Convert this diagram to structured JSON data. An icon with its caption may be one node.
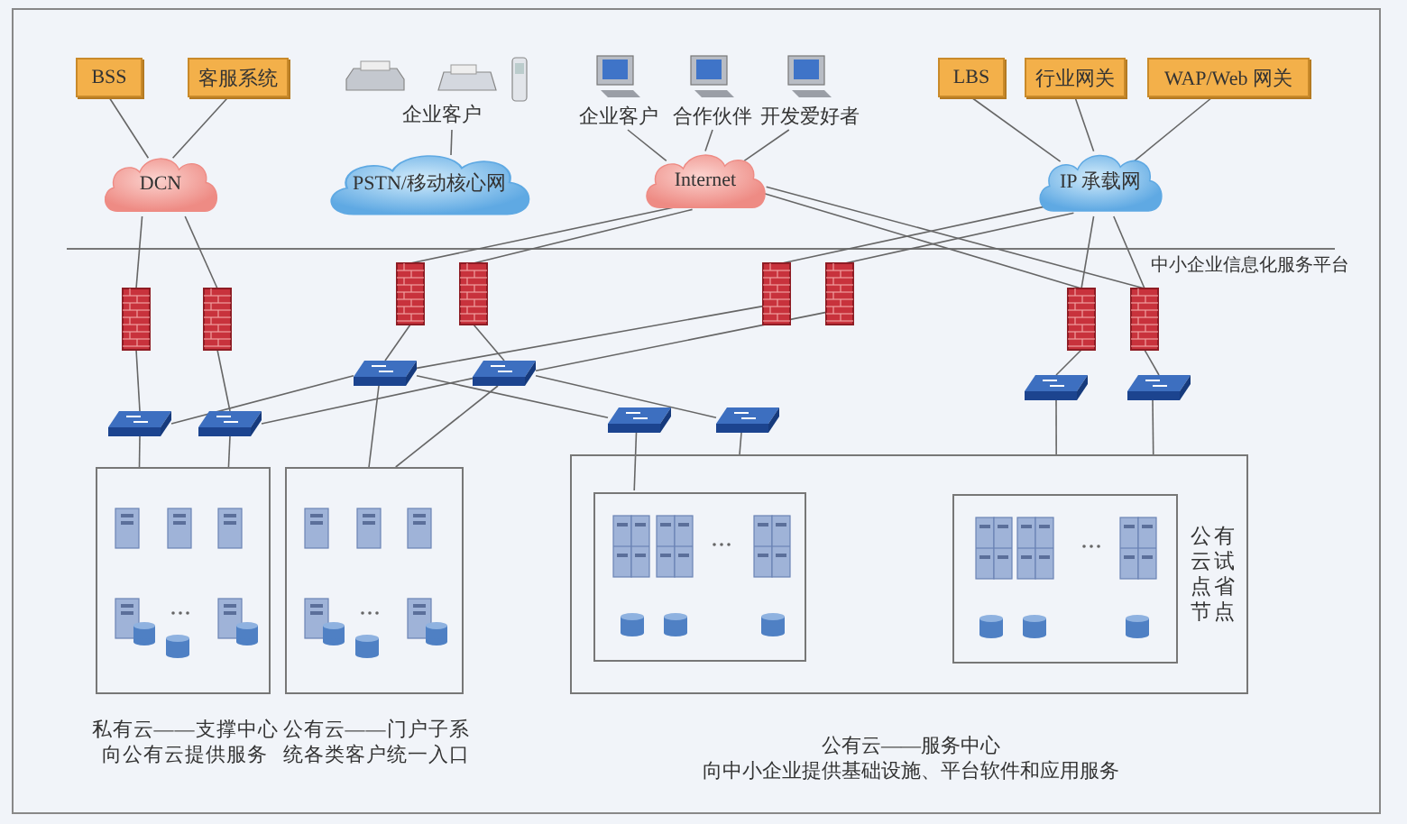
{
  "diagram": {
    "nodes": [
      {
        "text": [
          "BSS"
        ]
      },
      {
        "text": [
          "客服系统"
        ]
      },
      {
        "text": [
          "企业客户"
        ]
      },
      {
        "text": [
          "企业客户"
        ]
      },
      {
        "text": [
          "合作伙伴"
        ]
      },
      {
        "text": [
          "开发爱好者"
        ]
      },
      {
        "text": [
          "LBS"
        ]
      },
      {
        "text": [
          "行业网关"
        ]
      },
      {
        "text": [
          "WAP/Web 网关"
        ]
      },
      {
        "text": [
          "DCN"
        ]
      },
      {
        "text": [
          "PSTN/移动核心网"
        ]
      },
      {
        "text": [
          "Internet"
        ]
      },
      {
        "text": [
          "IP 承载网"
        ]
      },
      {
        "text": [],
        "shape": "picture"
      },
      {
        "text": [],
        "shape": "picture"
      },
      {
        "text": [],
        "shape": "picture"
      },
      {
        "text": [],
        "shape": "picture"
      },
      {
        "text": [],
        "shape": "picture"
      },
      {
        "text": [],
        "shape": "picture"
      },
      {
        "text": [],
        "shape": "picture"
      },
      {
        "text": [],
        "shape": "picture"
      },
      {
        "text": [],
        "shape": "picture"
      },
      {
        "text": [],
        "shape": "picture"
      },
      {
        "text": [],
        "shape": "picture"
      },
      {
        "text": [],
        "shape": "picture"
      },
      {
        "text": [],
        "shape": "picture"
      },
      {
        "text": [],
        "shape": "picture"
      },
      {
        "text": [],
        "shape": "picture"
      },
      {
        "text": [],
        "shape": "picture"
      },
      {
        "text": [
          "私有云——支撑中心向公有云提供服务"
        ]
      },
      {
        "text": [
          "公有云——门户子系统各类客户统一入口"
        ]
      },
      {
        "text": [
          "公有云——服务中心",
          "向中小企业提供基础设施、平台软件和应用服务"
        ]
      },
      {
        "text": [],
        "shape": "box",
        "in": 31
      },
      {
        "text": [],
        "shape": "box",
        "in": 31,
        "beside": [
          "公有云试点省节点"
        ]
      }
    ],
    "edges": [
      {
        "from": 0,
        "to": 9,
        "arrow": "none"
      },
      {
        "from": 1,
        "to": 9,
        "arrow": "none"
      },
      {
        "from": 2,
        "to": 10,
        "arrow": "none"
      },
      {
        "from": 3,
        "to": 11,
        "arrow": "none"
      },
      {
        "from": 4,
        "to": 11,
        "arrow": "none"
      },
      {
        "from": 5,
        "to": 11,
        "arrow": "none"
      },
      {
        "from": 6,
        "to": 12,
        "arrow": "none"
      },
      {
        "from": 7,
        "to": 12,
        "arrow": "none"
      },
      {
        "from": 8,
        "to": 12,
        "arrow": "none"
      },
      {
        "from": 9,
        "to": 13,
        "arrow": "none"
      },
      {
        "from": 9,
        "to": 14,
        "arrow": "none"
      },
      {
        "from": 11,
        "to": 15,
        "arrow": "none"
      },
      {
        "from": 11,
        "to": 16,
        "arrow": "none"
      },
      {
        "from": 11,
        "to": 19,
        "arrow": "none"
      },
      {
        "from": 11,
        "to": 20,
        "arrow": "none"
      },
      {
        "from": 12,
        "to": 17,
        "arrow": "none"
      },
      {
        "from": 12,
        "to": 18,
        "arrow": "none"
      },
      {
        "from": 12,
        "to": 19,
        "arrow": "none"
      },
      {
        "from": 12,
        "to": 20,
        "arrow": "none"
      },
      {
        "from": 13,
        "to": 21,
        "arrow": "none"
      },
      {
        "from": 14,
        "to": 22,
        "arrow": "none"
      },
      {
        "from": 15,
        "to": 23,
        "arrow": "none"
      },
      {
        "from": 16,
        "to": 24,
        "arrow": "none"
      },
      {
        "from": 17,
        "to": 23,
        "arrow": "none"
      },
      {
        "from": 18,
        "to": 24,
        "arrow": "none"
      },
      {
        "from": 19,
        "to": 27,
        "arrow": "none"
      },
      {
        "from": 20,
        "to": 28,
        "arrow": "none"
      },
      {
        "from": 21,
        "to": 23,
        "arrow": "none"
      },
      {
        "from": 22,
        "to": 24,
        "arrow": "none"
      },
      {
        "from": 23,
        "to": 25,
        "arrow": "none"
      },
      {
        "from": 24,
        "to": 26,
        "arrow": "none"
      },
      {
        "from": 21,
        "to": 29,
        "arrow": "none"
      },
      {
        "from": 22,
        "to": 29,
        "arrow": "none"
      },
      {
        "from": 23,
        "to": 30,
        "arrow": "none"
      },
      {
        "from": 24,
        "to": 30,
        "arrow": "none"
      },
      {
        "from": 25,
        "to": 32,
        "arrow": "none"
      },
      {
        "from": 26,
        "to": 31,
        "arrow": "none"
      },
      {
        "from": 27,
        "to": 31,
        "arrow": "none"
      },
      {
        "from": 28,
        "to": 31,
        "arrow": "none"
      }
    ],
    "labels": [
      "中小企业信息化服务平台"
    ]
  }
}
